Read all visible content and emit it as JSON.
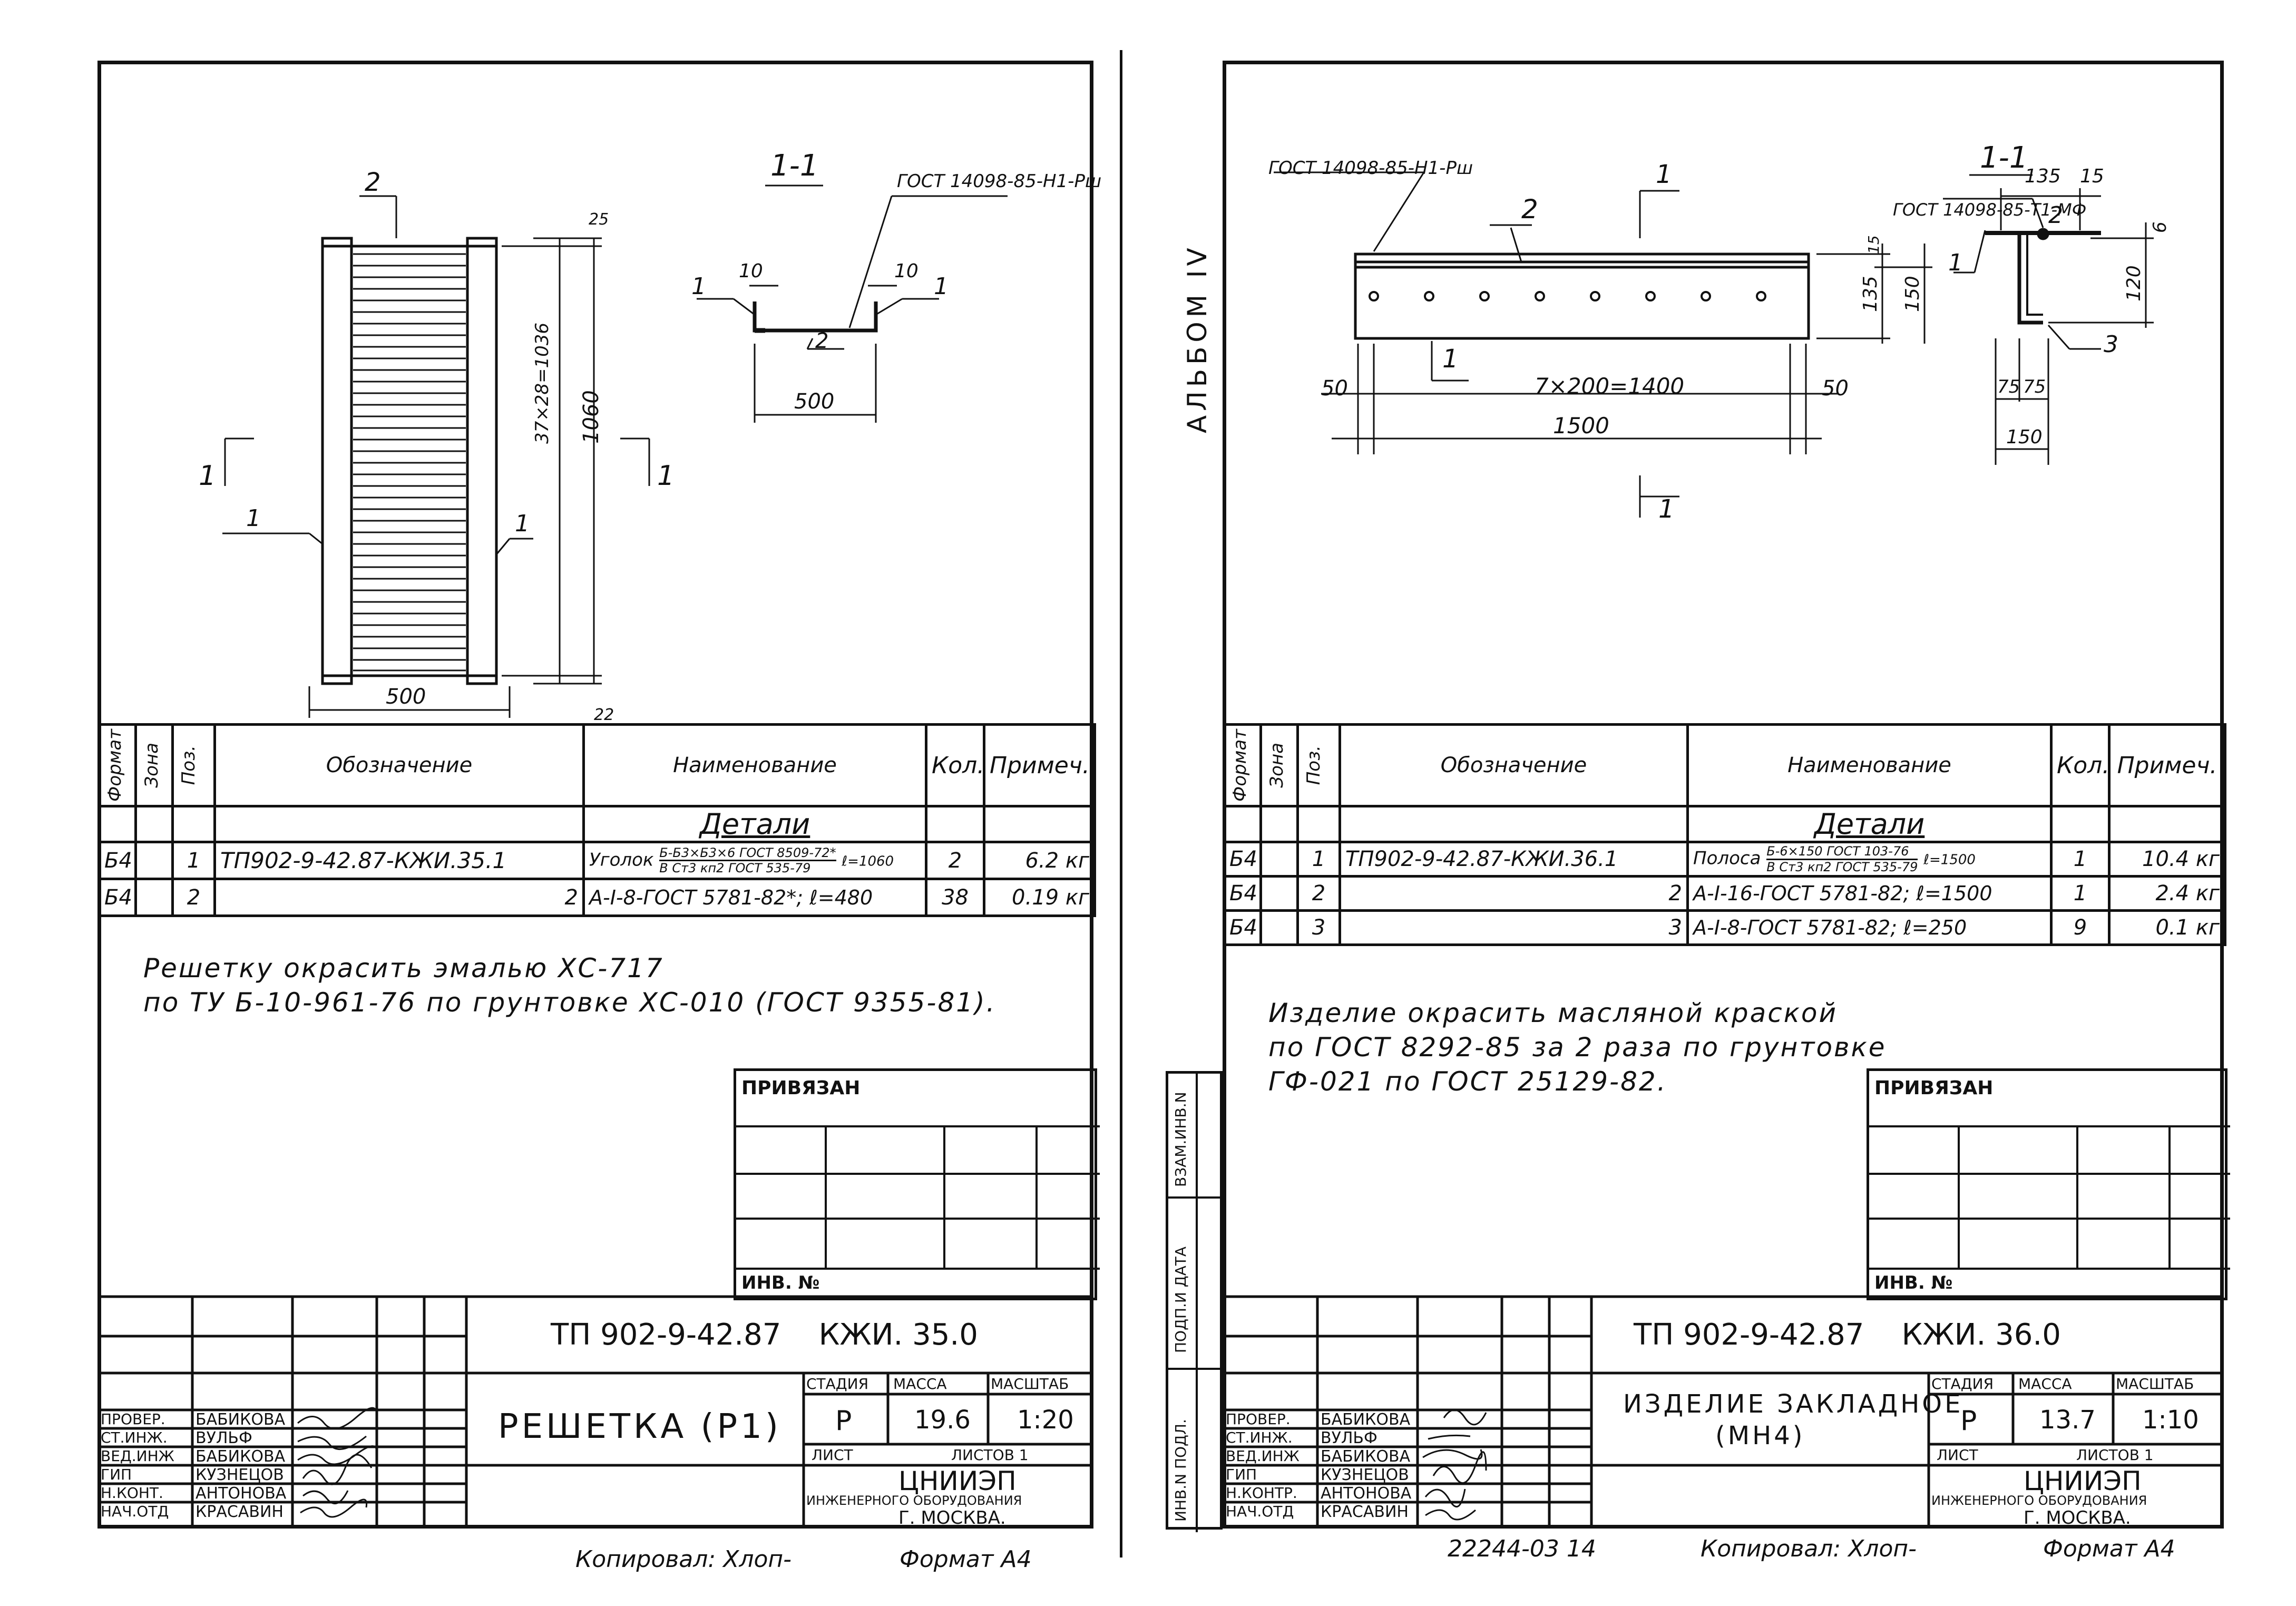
{
  "left": {
    "drawing": {
      "leader_2": "2",
      "section_title": "1-1",
      "gost_note": "ГОСТ 14098-85-Н1-Рш",
      "dim_10a": "10",
      "dim_10b": "10",
      "sec_label_1a": "1",
      "sec_label_1b": "1",
      "sec_label_2": "2",
      "sec_dim_500": "500",
      "cut_1_left": "1",
      "cut_1_right": "1",
      "dim_25": "25",
      "dim_inner": "37×28=1036",
      "dim_total": "1060",
      "dim_22": "22",
      "grate_label_1a": "1",
      "grate_label_1b": "1",
      "dim_width_500": "500"
    },
    "spec": {
      "headers": {
        "format": "Формат",
        "zone": "Зона",
        "pos": "Поз.",
        "designation": "Обозначение",
        "name": "Наименование",
        "qty": "Кол.",
        "note": "Примеч."
      },
      "group": "Детали",
      "rows": [
        {
          "format": "Б4",
          "pos": "1",
          "designation": "ТП902-9-42.87-КЖИ.35.1",
          "name_main": "Уголок",
          "name_top": "Б-Б3×Б3×6 ГОСТ 8509-72*",
          "name_bottom": "В Ст3 кп2 ГОСТ 535-79",
          "name_len": "ℓ=1060",
          "qty": "2",
          "note": "6.2 кг"
        },
        {
          "format": "Б4",
          "pos": "2",
          "designation": "2",
          "name": "А-I-8-ГОСТ 5781-82*; ℓ=480",
          "qty": "38",
          "note": "0.19 кг"
        }
      ]
    },
    "notes": [
      "Решетку окрасить эмалью ХС-717",
      "по ТУ Б-10-961-76 по грунтовке ХС-010 (ГОСТ 9355-81)."
    ],
    "stamp": {
      "privyazan": "ПРИВЯЗАН",
      "inv_no": "ИНВ. №",
      "doc_code": "ТП 902-9-42.87",
      "doc_sheet": "КЖИ. 35.0",
      "title": "РЕШЕТКА (Р1)",
      "stage_h": "СТАДИЯ",
      "mass_h": "МАССА",
      "scale_h": "МАСШТАБ",
      "stage": "Р",
      "mass": "19.6",
      "scale": "1:20",
      "sheet_h": "ЛИСТ",
      "sheets_h": "ЛИСТОВ 1",
      "org_name": "ЦНИИЭП",
      "org_line2": "ИНЖЕНЕРНОГО ОБОРУДОВАНИЯ",
      "org_city": "Г. МОСКВА.",
      "roles": [
        "ПРОВЕР.",
        "СТ.ИНЖ.",
        "ВЕД.ИНЖ",
        "ГИП",
        "Н.КОНТ.",
        "НАЧ.ОТД"
      ],
      "names": [
        "БАБИКОВА",
        "ВУЛЬФ",
        "БАБИКОВА",
        "КУЗНЕЦОВ",
        "АНТОНОВА",
        "КРАСАВИН"
      ]
    },
    "footer_copy": "Копировал: Хлоп-",
    "footer_format": "Формат А4"
  },
  "right": {
    "album": "АЛЬБОМ IV",
    "drawing": {
      "gost_top": "ГОСТ 14098-85-Н1-Рш",
      "leader_2": "2",
      "cut_top": "1",
      "cut_bottom": "1",
      "leader_1": "1",
      "dim_50_left": "50",
      "dim_pitch": "7×200=1400",
      "dim_50_right": "50",
      "dim_1500": "1500",
      "dim_135_left": "135",
      "dim_150": "150",
      "dim_15_left": "15",
      "section_title": "1-1",
      "dim_135_top": "135",
      "dim_15_top": "15",
      "gost_sec": "ГОСТ 14098-85-Т1-МФ",
      "sec_label_2": "2",
      "sec_label_1": "1",
      "sec_label_3": "3",
      "dim_6": "6",
      "dim_120": "120",
      "dim_75a": "75",
      "dim_75b": "75",
      "dim_150_bottom": "150"
    },
    "spec": {
      "headers": {
        "format": "Формат",
        "zone": "Зона",
        "pos": "Поз.",
        "designation": "Обозначение",
        "name": "Наименование",
        "qty": "Кол.",
        "note": "Примеч."
      },
      "group": "Детали",
      "rows": [
        {
          "format": "Б4",
          "pos": "1",
          "designation": "ТП902-9-42.87-КЖИ.36.1",
          "name_main": "Полоса",
          "name_top": "Б-6×150 ГОСТ 103-76",
          "name_bottom": "В Ст3 кп2 ГОСТ 535-79",
          "name_len": "ℓ=1500",
          "qty": "1",
          "note": "10.4 кг"
        },
        {
          "format": "Б4",
          "pos": "2",
          "designation": "2",
          "name": "А-I-16-ГОСТ 5781-82; ℓ=1500",
          "qty": "1",
          "note": "2.4 кг"
        },
        {
          "format": "Б4",
          "pos": "3",
          "designation": "3",
          "name": "А-I-8-ГОСТ 5781-82; ℓ=250",
          "qty": "9",
          "note": "0.1 кг"
        }
      ]
    },
    "notes": [
      "Изделие окрасить масляной краской",
      "по ГОСТ 8292-85 за 2 раза по грунтовке",
      "ГФ-021 по ГОСТ 25129-82."
    ],
    "side_labels": [
      "ВЗАМ.ИНВ.N",
      "ПОДП.И ДАТА",
      "ИНВ.N ПОДЛ."
    ],
    "stamp": {
      "privyazan": "ПРИВЯЗАН",
      "inv_no": "ИНВ. №",
      "doc_code": "ТП 902-9-42.87",
      "doc_sheet": "КЖИ. 36.0",
      "title_line1": "ИЗДЕЛИЕ ЗАКЛАДНОЕ",
      "title_line2": "(МН4)",
      "stage_h": "СТАДИЯ",
      "mass_h": "МАССА",
      "scale_h": "МАСШТАБ",
      "stage": "Р",
      "mass": "13.7",
      "scale": "1:10",
      "sheet_h": "ЛИСТ",
      "sheets_h": "ЛИСТОВ 1",
      "org_name": "ЦНИИЭП",
      "org_line2": "ИНЖЕНЕРНОГО ОБОРУДОВАНИЯ",
      "org_city": "Г. МОСКВА.",
      "roles": [
        "ПРОВЕР.",
        "СТ.ИНЖ.",
        "ВЕД.ИНЖ",
        "ГИП",
        "Н.КОНТР.",
        "НАЧ.ОТД"
      ],
      "names": [
        "БАБИКОВА",
        "ВУЛЬФ",
        "БАБИКОВА",
        "КУЗНЕЦОВ",
        "АНТОНОВА",
        "КРАСАВИН"
      ]
    },
    "footer_num": "22244-03  14",
    "footer_copy": "Копировал: Хлоп-",
    "footer_format": "Формат А4"
  }
}
